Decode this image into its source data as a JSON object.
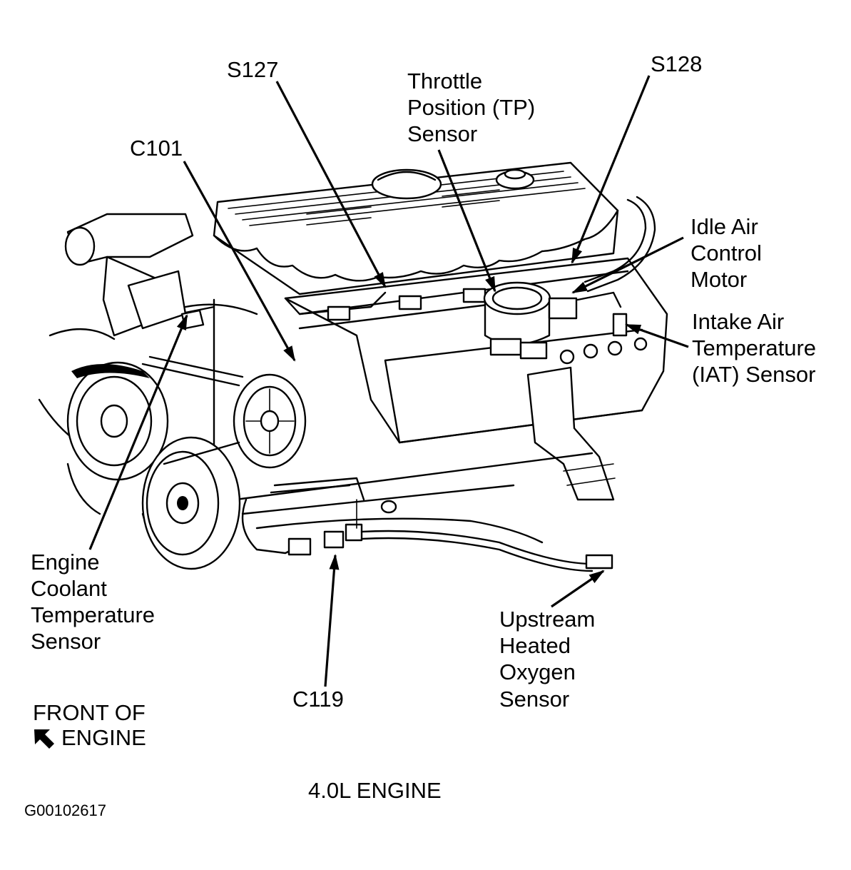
{
  "figure_id": "G00102617",
  "caption": "4.0L ENGINE",
  "orientation": {
    "line1": "FRONT OF",
    "line2": "ENGINE",
    "icon": "arrow-up-left-icon"
  },
  "callouts": {
    "s127": [
      "S127"
    ],
    "c101": [
      "C101"
    ],
    "tp_sensor": [
      "Throttle",
      "Position (TP)",
      "Sensor"
    ],
    "s128": [
      "S128"
    ],
    "iac_motor": [
      "Idle Air",
      "Control",
      "Motor"
    ],
    "iat_sensor": [
      "Intake Air",
      "Temperature",
      "(IAT) Sensor"
    ],
    "ect_sensor": [
      "Engine",
      "Coolant",
      "Temperature",
      "Sensor"
    ],
    "c119": [
      "C119"
    ],
    "ho2s": [
      "Upstream",
      "Heated",
      "Oxygen",
      "Sensor"
    ]
  }
}
